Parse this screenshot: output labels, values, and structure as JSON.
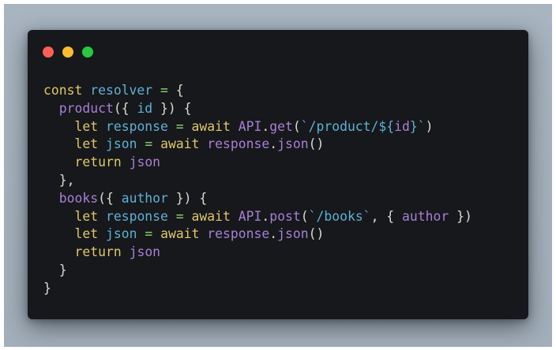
{
  "window": {
    "controls": [
      {
        "name": "close",
        "color": "#ff5f57"
      },
      {
        "name": "minimize",
        "color": "#febc2e"
      },
      {
        "name": "maximize",
        "color": "#28c840"
      }
    ]
  },
  "colors": {
    "background": "#a6b2bd",
    "card": "#16181b",
    "keyword": "#e0c76a",
    "variable": "#5fb0d6",
    "function": "#a97fd6",
    "operator": "#8fd36a",
    "punctuation": "#d9ddd0"
  },
  "code": {
    "lines": [
      [
        [
          "kw",
          "const"
        ],
        [
          "pn",
          " "
        ],
        [
          "var",
          "resolver"
        ],
        [
          "pn",
          " "
        ],
        [
          "op",
          "="
        ],
        [
          "pn",
          " {"
        ]
      ],
      [
        [
          "pn",
          "  "
        ],
        [
          "fn",
          "product"
        ],
        [
          "pn",
          "({ "
        ],
        [
          "var",
          "id"
        ],
        [
          "pn",
          " }) {"
        ]
      ],
      [
        [
          "pn",
          "    "
        ],
        [
          "kw",
          "let"
        ],
        [
          "pn",
          " "
        ],
        [
          "var",
          "response"
        ],
        [
          "pn",
          " "
        ],
        [
          "op",
          "="
        ],
        [
          "pn",
          " "
        ],
        [
          "kw",
          "await"
        ],
        [
          "pn",
          " "
        ],
        [
          "fn",
          "API"
        ],
        [
          "pn",
          "."
        ],
        [
          "fn",
          "get"
        ],
        [
          "pn",
          "("
        ],
        [
          "str",
          "`/product/${"
        ],
        [
          "fn",
          "id"
        ],
        [
          "str",
          "}`"
        ],
        [
          "pn",
          ")"
        ]
      ],
      [
        [
          "pn",
          "    "
        ],
        [
          "kw",
          "let"
        ],
        [
          "pn",
          " "
        ],
        [
          "var",
          "json"
        ],
        [
          "pn",
          " "
        ],
        [
          "op",
          "="
        ],
        [
          "pn",
          " "
        ],
        [
          "kw",
          "await"
        ],
        [
          "pn",
          " "
        ],
        [
          "fn",
          "response"
        ],
        [
          "pn",
          "."
        ],
        [
          "fn",
          "json"
        ],
        [
          "pn",
          "()"
        ]
      ],
      [
        [
          "pn",
          "    "
        ],
        [
          "kw",
          "return"
        ],
        [
          "pn",
          " "
        ],
        [
          "fn",
          "json"
        ]
      ],
      [
        [
          "pn",
          "  },"
        ]
      ],
      [
        [
          "pn",
          "  "
        ],
        [
          "fn",
          "books"
        ],
        [
          "pn",
          "({ "
        ],
        [
          "var",
          "author"
        ],
        [
          "pn",
          " }) {"
        ]
      ],
      [
        [
          "pn",
          "    "
        ],
        [
          "kw",
          "let"
        ],
        [
          "pn",
          " "
        ],
        [
          "var",
          "response"
        ],
        [
          "pn",
          " "
        ],
        [
          "op",
          "="
        ],
        [
          "pn",
          " "
        ],
        [
          "kw",
          "await"
        ],
        [
          "pn",
          " "
        ],
        [
          "fn",
          "API"
        ],
        [
          "pn",
          "."
        ],
        [
          "fn",
          "post"
        ],
        [
          "pn",
          "("
        ],
        [
          "str",
          "`/books`"
        ],
        [
          "pn",
          ", { "
        ],
        [
          "fn",
          "author"
        ],
        [
          "pn",
          " })"
        ]
      ],
      [
        [
          "pn",
          "    "
        ],
        [
          "kw",
          "let"
        ],
        [
          "pn",
          " "
        ],
        [
          "var",
          "json"
        ],
        [
          "pn",
          " "
        ],
        [
          "op",
          "="
        ],
        [
          "pn",
          " "
        ],
        [
          "kw",
          "await"
        ],
        [
          "pn",
          " "
        ],
        [
          "fn",
          "response"
        ],
        [
          "pn",
          "."
        ],
        [
          "fn",
          "json"
        ],
        [
          "pn",
          "()"
        ]
      ],
      [
        [
          "pn",
          "    "
        ],
        [
          "kw",
          "return"
        ],
        [
          "pn",
          " "
        ],
        [
          "fn",
          "json"
        ]
      ],
      [
        [
          "pn",
          "  }"
        ]
      ],
      [
        [
          "pn",
          "}"
        ]
      ]
    ]
  }
}
